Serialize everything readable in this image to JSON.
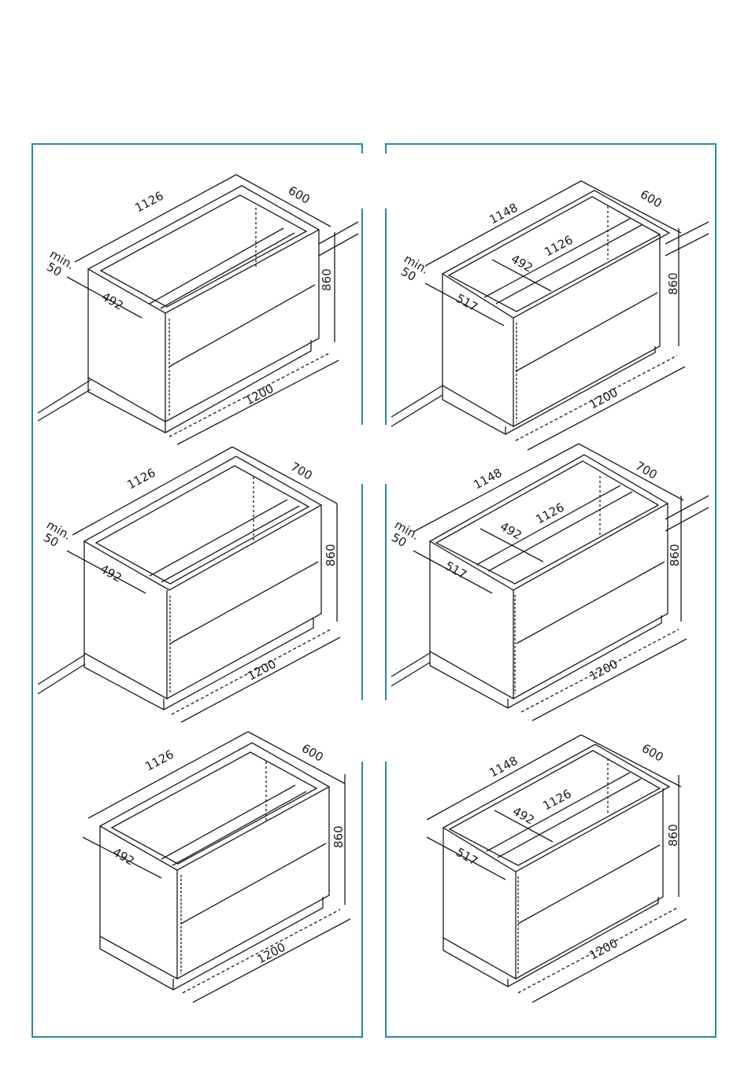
{
  "frame_color": "#2a8a9a",
  "panels": [
    {
      "id": "left-top",
      "width": "1126",
      "depth": "600",
      "height": "860",
      "length": "1200",
      "inner": "492",
      "min_label": "min.",
      "min_value": "50"
    },
    {
      "id": "right-top",
      "width": "1148",
      "depth": "600",
      "height": "860",
      "length": "1200",
      "inner": "492",
      "inner_width": "1126",
      "side": "517",
      "min_label": "min.",
      "min_value": "50"
    },
    {
      "id": "left-mid",
      "width": "1126",
      "depth": "700",
      "height": "860",
      "length": "1200",
      "inner": "492",
      "min_label": "min.",
      "min_value": "50"
    },
    {
      "id": "right-mid",
      "width": "1148",
      "depth": "700",
      "height": "860",
      "length": "1200",
      "inner": "492",
      "inner_width": "1126",
      "side": "517",
      "min_label": "min.",
      "min_value": "50"
    },
    {
      "id": "left-bot",
      "width": "1126",
      "depth": "600",
      "height": "860",
      "length": "1200",
      "inner": "492"
    },
    {
      "id": "right-bot",
      "width": "1148",
      "depth": "600",
      "height": "860",
      "length": "1200",
      "inner": "492",
      "inner_width": "1126",
      "side": "517"
    }
  ]
}
